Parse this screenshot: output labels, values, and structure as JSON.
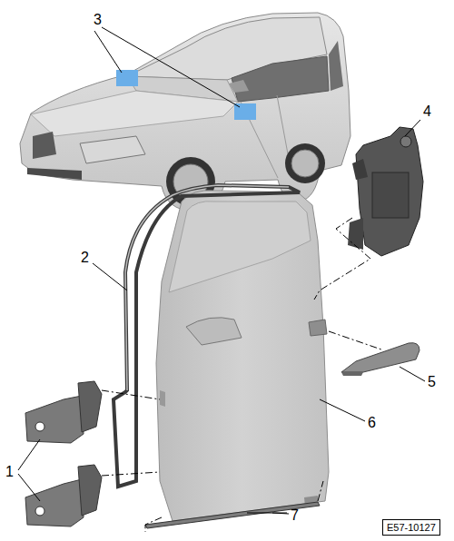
{
  "diagram": {
    "nodes": [
      {
        "text": [
          "E57-10127"
        ]
      }
    ],
    "labels": [
      "3",
      "4",
      "2",
      "1",
      "5",
      "6",
      "7"
    ]
  }
}
